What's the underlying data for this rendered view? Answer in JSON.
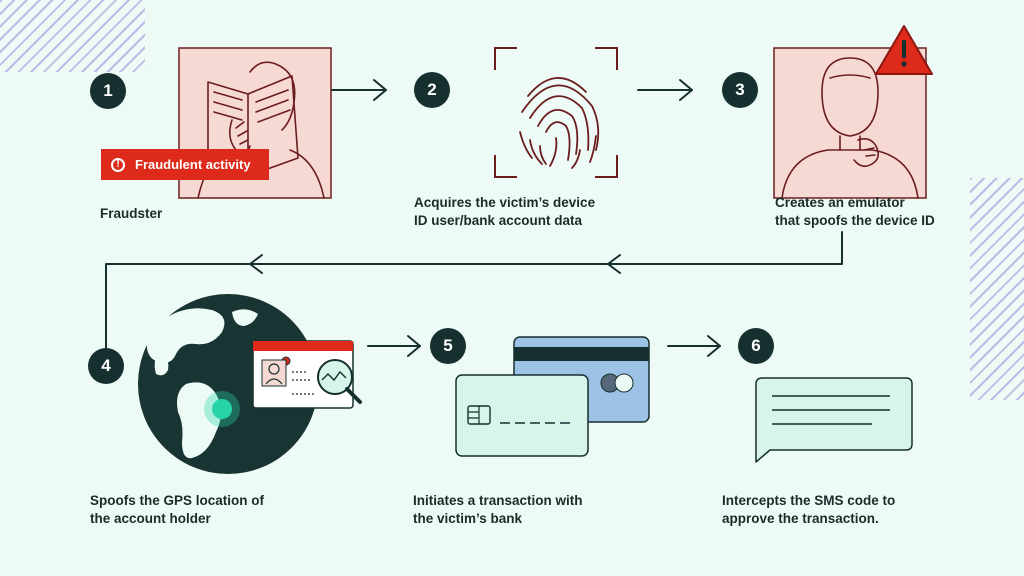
{
  "steps": [
    {
      "number": "1",
      "label_lines": [
        "Fraudster"
      ]
    },
    {
      "number": "2",
      "label_lines": [
        "Acquires the victim’s device",
        "ID user/bank account data"
      ]
    },
    {
      "number": "3",
      "label_lines": [
        "Creates an emulator",
        "that spoofs the device ID"
      ]
    },
    {
      "number": "4",
      "label_lines": [
        "Spoofs the GPS location of",
        "the account holder"
      ]
    },
    {
      "number": "5",
      "label_lines": [
        "Initiates a transaction with",
        "the victim’s bank"
      ]
    },
    {
      "number": "6",
      "label_lines": [
        "Intercepts the SMS code to",
        "approve the transaction."
      ]
    }
  ],
  "alert_pill": {
    "text": "Fraudulent activity",
    "icon": "exclamation-circle-icon"
  },
  "colors": {
    "background": "#eefaf6",
    "dark": "#16302f",
    "red": "#dd2a1a",
    "panel": "#f7d9d3",
    "line_art": "#6b1d1d",
    "mint": "#d7f5e8",
    "blue": "#9cc3e6",
    "stripes": "#b9b4e6"
  },
  "icons": [
    "book-reader-icon",
    "fingerprint-icon",
    "thinking-person-icon",
    "warning-triangle-icon",
    "globe-icon",
    "location-ping-icon",
    "id-card-icon",
    "magnifier-icon",
    "credit-card-icon",
    "sms-bubble-icon"
  ]
}
